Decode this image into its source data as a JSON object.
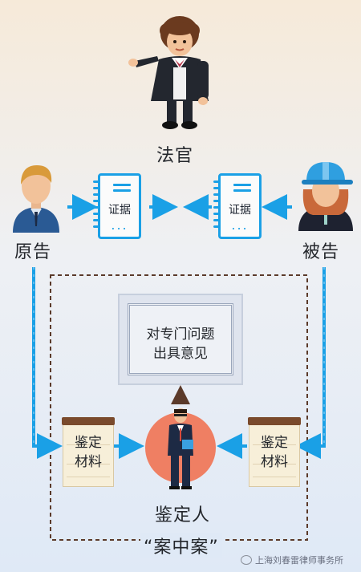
{
  "colors": {
    "arrow": "#1aa0e6",
    "dashed_frame": "#5b3a2a",
    "circle": "#ef7f63"
  },
  "judge": {
    "label": "法官"
  },
  "plaintiff": {
    "label": "原告"
  },
  "defendant": {
    "label": "被告"
  },
  "evidence_left": {
    "label": "证据",
    "dots": "..."
  },
  "evidence_right": {
    "label": "证据",
    "dots": "..."
  },
  "opinion": {
    "line1": "对专门问题",
    "line2": "出具意见"
  },
  "material_left": {
    "line1": "鉴定",
    "line2": "材料"
  },
  "material_right": {
    "line1": "鉴定",
    "line2": "材料"
  },
  "appraiser": {
    "label": "鉴定人"
  },
  "case_in_case": {
    "label": "“案中案”"
  },
  "watermark": {
    "text": "上海刘春雷律师事务所"
  }
}
